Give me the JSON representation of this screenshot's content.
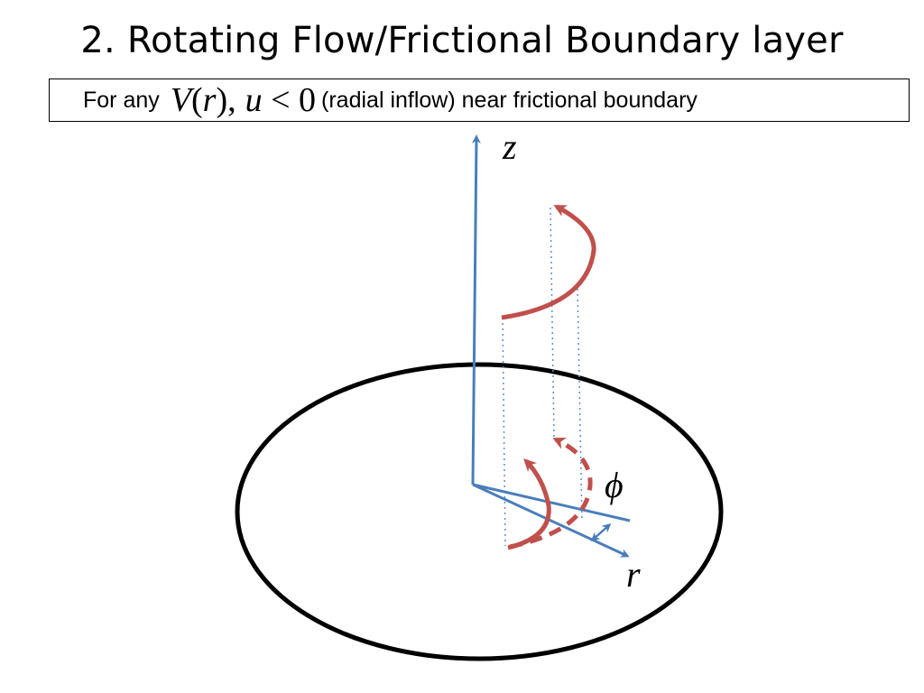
{
  "title": "2. Rotating Flow/Frictional Boundary layer",
  "statement": {
    "prefix": "For any",
    "v_symbol": "V",
    "paren_open": "(",
    "r_symbol": "r",
    "paren_close_comma": "),",
    "u_symbol": "u",
    "less_than": "<",
    "zero": "0",
    "suffix": "(radial inflow) near frictional boundary"
  },
  "labels": {
    "z_axis": "z",
    "r_axis": "r",
    "phi_angle": "ϕ"
  },
  "colors": {
    "axis": "#4a7ebb",
    "flow_arrow": "#c0504d",
    "ellipse": "#000000",
    "projection": "#5b8fd6"
  },
  "icons": {
    "vertical_axis": "arrow-up-icon",
    "radial_axis": "arrow-right-icon",
    "angle_marker": "double-arrow-icon",
    "flow": "curved-arrow-icon"
  }
}
